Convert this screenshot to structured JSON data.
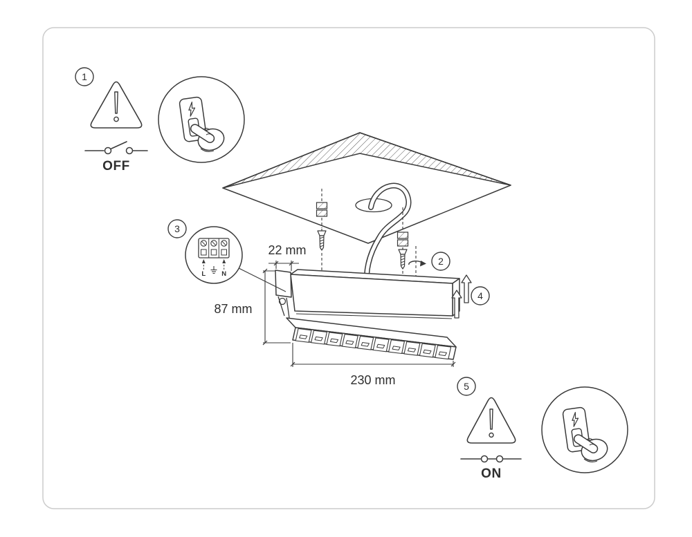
{
  "steps": {
    "s1": "1",
    "s2": "2",
    "s3": "3",
    "s4": "4",
    "s5": "5"
  },
  "labels": {
    "off": "OFF",
    "on": "ON"
  },
  "dimensions": {
    "d22": "22 mm",
    "d87": "87 mm",
    "d230": "230 mm"
  },
  "terminal": {
    "l": "L",
    "n": "N"
  },
  "icons": {
    "warning": "triangle-exclamation",
    "switch_off": "open-circuit-switch-symbol",
    "switch_on": "closed-circuit-switch-symbol",
    "press_switch": "hand-pressing-wall-switch",
    "lightning": "lightning-bolt",
    "terminal_block": "L-ground-N-terminal-block",
    "rotate": "screw-rotation-arrow",
    "lift": "upward-arrows",
    "anchor": "wall-plug-anchor",
    "screw": "countersunk-screw"
  },
  "colors": {
    "line": "#3a3a3a",
    "border": "#cccccc",
    "bg": "#ffffff"
  }
}
